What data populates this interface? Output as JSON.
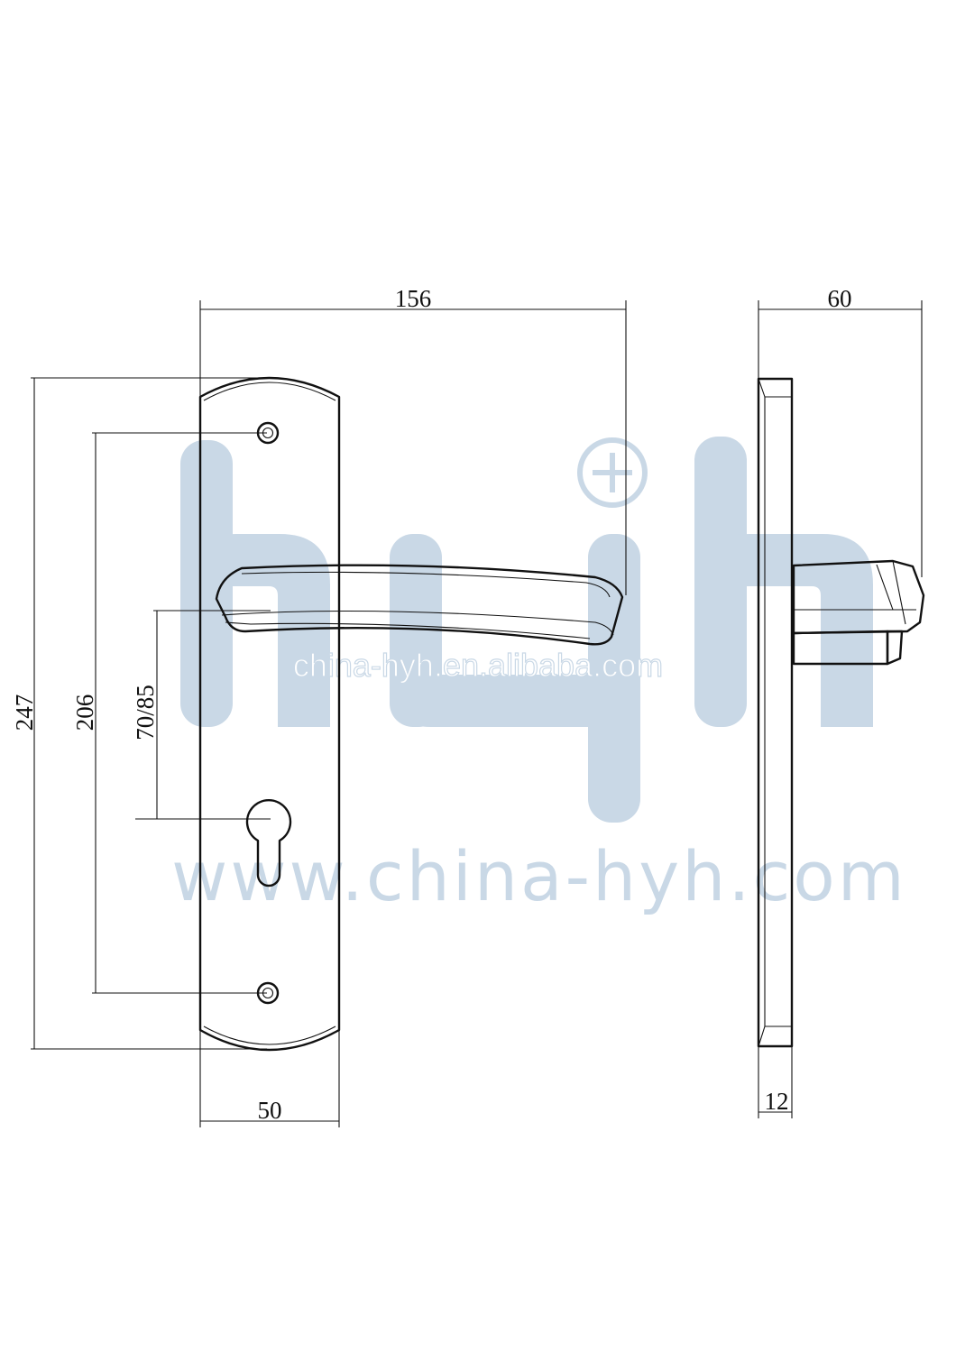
{
  "colors": {
    "background": "#ffffff",
    "line": "#111111",
    "watermark": "#c9d8e6"
  },
  "watermark": {
    "logo_letters": [
      "h",
      "y",
      "h"
    ],
    "logo_mark": "registered-plus-icon",
    "url_large": "www.china-hyh.com",
    "url_small": "china-hyh.en.alibaba.com"
  },
  "dimensions": {
    "overall_width": "156",
    "projection": "60",
    "plate_length": "247",
    "screw_spacing": "206",
    "backset": "70/85",
    "plate_width": "50",
    "plate_thickness": "12"
  }
}
